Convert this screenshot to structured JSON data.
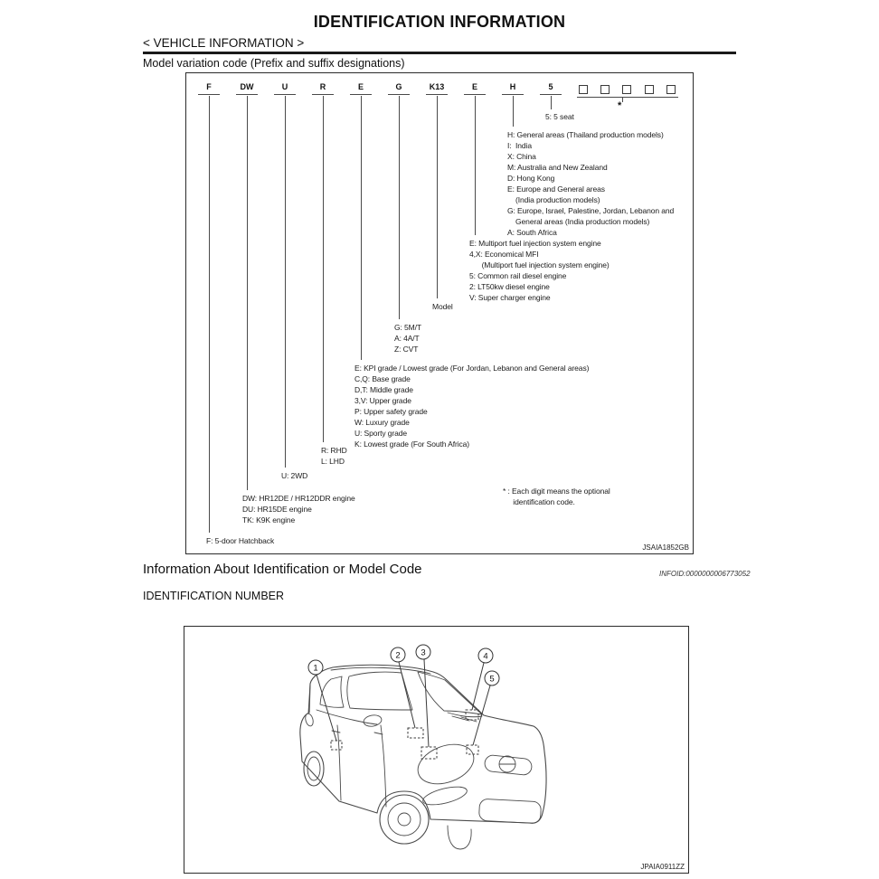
{
  "page": {
    "title": "IDENTIFICATION INFORMATION",
    "section_header": "< VEHICLE INFORMATION >",
    "subsection_header": "Model variation code (Prefix and suffix designations)",
    "info_heading": "Information About Identification or Model Code",
    "infoid": "INFOID:0000000006773052",
    "id_number_heading": "IDENTIFICATION NUMBER"
  },
  "model_code": {
    "figure_code": "JSAIA1852GB",
    "codes": [
      "F",
      "DW",
      "U",
      "R",
      "E",
      "G",
      "K13",
      "E",
      "H",
      "5"
    ],
    "optional_star": "*",
    "seat": [
      "5: 5 seat"
    ],
    "destination": [
      "H: General areas (Thailand production models)",
      "I:  India",
      "X: China",
      "M: Australia and New Zealand",
      "D: Hong Kong",
      "E: Europe and General areas",
      "    (India production models)",
      "G: Europe, Israel, Palestine, Jordan, Lebanon and",
      "    General areas (India production models)",
      "A: South Africa"
    ],
    "engine_type": [
      "E: Multiport fuel injection system engine",
      "4,X: Economical MFI",
      "      (Multiport fuel injection system engine)",
      "5: Common rail diesel engine",
      "2: LT50kw diesel engine",
      "V: Super charger engine"
    ],
    "model_label": "Model",
    "transmission": [
      "G: 5M/T",
      "A: 4A/T",
      "Z: CVT"
    ],
    "grade": [
      "E: KPI grade / Lowest grade (For Jordan, Lebanon and General areas)",
      "C,Q: Base grade",
      "D,T: Middle grade",
      "3,V: Upper grade",
      "P: Upper safety grade",
      "W: Luxury grade",
      "U: Sporty grade",
      "K: Lowest grade (For South Africa)"
    ],
    "steering": [
      "R: RHD",
      "L: LHD"
    ],
    "drive": [
      "U: 2WD"
    ],
    "engine": [
      "DW: HR12DE / HR12DDR engine",
      "DU: HR15DE engine",
      "TK: K9K engine"
    ],
    "body": [
      "F: 5-door Hatchback"
    ],
    "note": [
      "* : Each digit means the optional",
      "     identification code."
    ]
  },
  "id_figure": {
    "figure_code": "JPAIA0911ZZ",
    "callouts": [
      "1",
      "2",
      "3",
      "4",
      "5"
    ]
  }
}
